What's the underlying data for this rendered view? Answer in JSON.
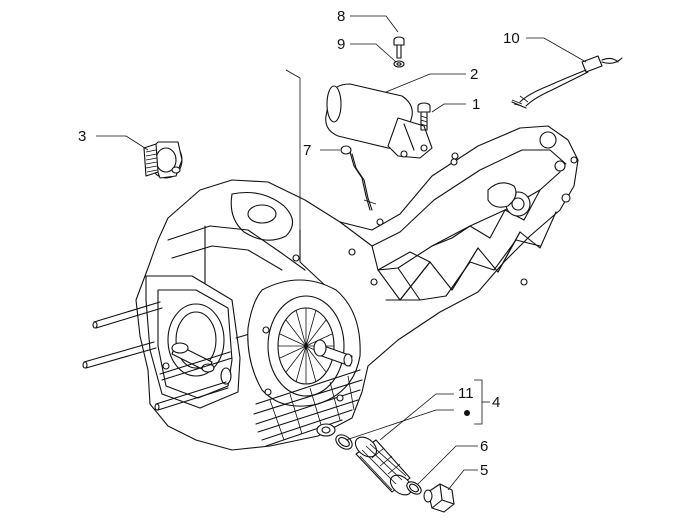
{
  "callouts": {
    "c1": "1",
    "c2": "2",
    "c3": "3",
    "c4": "4",
    "c5": "5",
    "c6": "6",
    "c7": "7",
    "c8": "8",
    "c9": "9",
    "c10": "10",
    "c11": "11"
  },
  "parts": [
    {
      "callout": "1",
      "part": "screw",
      "icon": "screw-icon"
    },
    {
      "callout": "2",
      "part": "starter-motor",
      "icon": "starter-motor-icon"
    },
    {
      "callout": "3",
      "part": "starter-gear",
      "icon": "gear-icon"
    },
    {
      "callout": "4",
      "part": "oil-filter-kit",
      "icon": "bracket-icon"
    },
    {
      "callout": "5",
      "part": "drain-plug",
      "icon": "plug-icon"
    },
    {
      "callout": "6",
      "part": "o-ring",
      "icon": "o-ring-icon"
    },
    {
      "callout": "7",
      "part": "ground-lead",
      "icon": "wire-icon"
    },
    {
      "callout": "8",
      "part": "bolt",
      "icon": "bolt-icon"
    },
    {
      "callout": "9",
      "part": "washer",
      "icon": "washer-icon"
    },
    {
      "callout": "10",
      "part": "wiring-harness",
      "icon": "wire-icon"
    },
    {
      "callout": "11",
      "part": "filter-screen",
      "icon": "filter-icon"
    }
  ]
}
